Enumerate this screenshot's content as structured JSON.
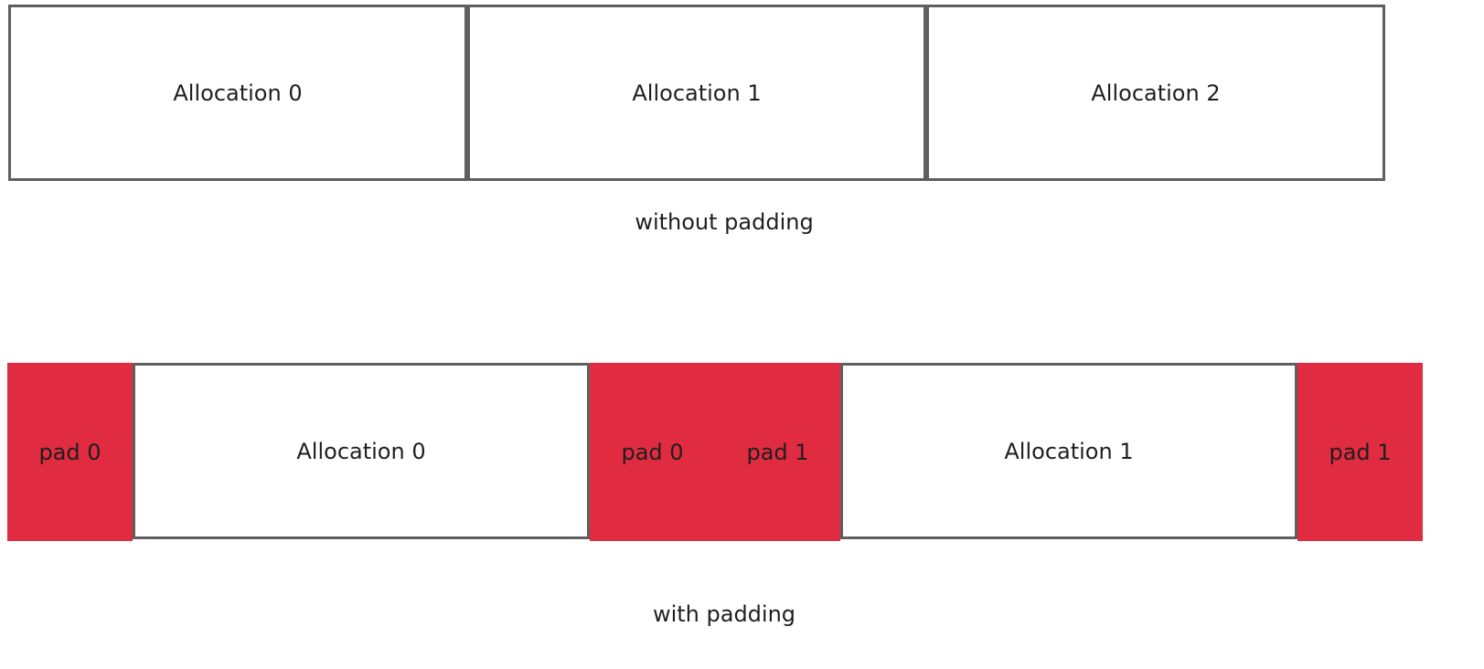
{
  "colors": {
    "pad": "#e02b40",
    "allocation_fill": "#ffffff",
    "border": "#5f5f5f",
    "text": "#1f1f1f"
  },
  "without_padding": {
    "blocks": [
      {
        "label": "Allocation 0",
        "kind": "allocation"
      },
      {
        "label": "Allocation 1",
        "kind": "allocation"
      },
      {
        "label": "Allocation 2",
        "kind": "allocation"
      }
    ],
    "caption": "without padding"
  },
  "with_padding": {
    "blocks": [
      {
        "label": "pad 0",
        "kind": "pad"
      },
      {
        "label": "Allocation 0",
        "kind": "allocation"
      },
      {
        "label": "pad 0",
        "kind": "pad"
      },
      {
        "label": "pad 1",
        "kind": "pad"
      },
      {
        "label": "Allocation 1",
        "kind": "allocation"
      },
      {
        "label": "pad 1",
        "kind": "pad"
      }
    ],
    "caption": "with padding"
  }
}
